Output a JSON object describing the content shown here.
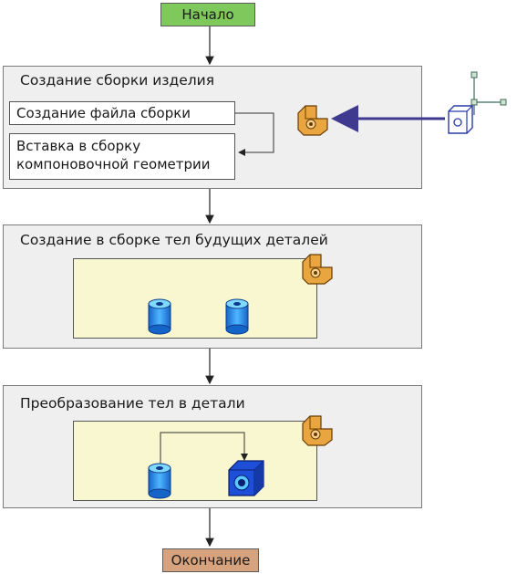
{
  "flow": {
    "start_label": "Начало",
    "end_label": "Окончание"
  },
  "stages": [
    {
      "title": "Создание сборки изделия",
      "steps": [
        "Создание файла сборки",
        "Вставка в сборку компоновочной геометрии"
      ]
    },
    {
      "title": "Создание в сборке тел будущих деталей"
    },
    {
      "title": "Преобразование тел в детали"
    }
  ],
  "colors": {
    "start_fill": "#7ec85c",
    "end_fill": "#d7a37e",
    "stage_fill": "#efefef",
    "panel_fill": "#f8f7cf",
    "assembly_icon": "#e0a23a",
    "body_icon": "#2aa4e0",
    "part_icon": "#1e4fd8",
    "layout_arrow": "#3f3a8f"
  },
  "icons": [
    "assembly-icon",
    "layout-geometry-icon",
    "body-cylinder-icon",
    "part-icon"
  ]
}
